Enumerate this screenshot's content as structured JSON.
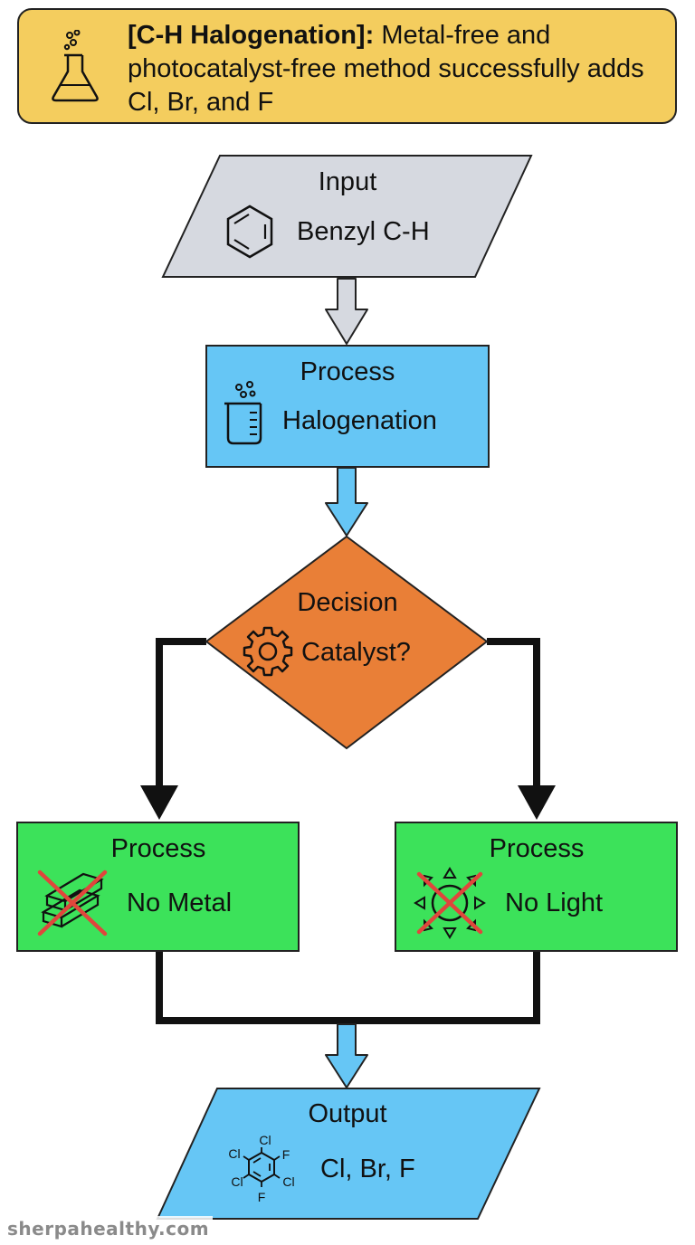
{
  "banner": {
    "title": "[C-H Halogenation]:",
    "description": "Metal-free and photocatalyst-free method successfully adds Cl, Br, and F",
    "icon": "flask-icon"
  },
  "nodes": {
    "input": {
      "type": "Input",
      "text": "Benzyl C-H",
      "icon": "benzene-ring-icon",
      "color": "#d6d9e0"
    },
    "process_main": {
      "type": "Process",
      "text": "Halogenation",
      "icon": "beaker-icon",
      "color": "#66c6f5"
    },
    "decision": {
      "type": "Decision",
      "text": "Catalyst?",
      "icon": "gear-icon",
      "color": "#e97f37"
    },
    "process_left": {
      "type": "Process",
      "text": "No Metal",
      "icon": "crossed-metal-bars-icon",
      "color": "#3ce25a"
    },
    "process_right": {
      "type": "Process",
      "text": "No Light",
      "icon": "crossed-sun-icon",
      "color": "#3ce25a"
    },
    "output": {
      "type": "Output",
      "text": "Cl, Br, F",
      "icon": "halogenated-benzene-icon",
      "color": "#66c6f5",
      "molecule_labels": [
        "Cl",
        "Cl",
        "F",
        "Cl",
        "F",
        "Cl"
      ]
    }
  },
  "watermark": "sherpahealthy.com"
}
